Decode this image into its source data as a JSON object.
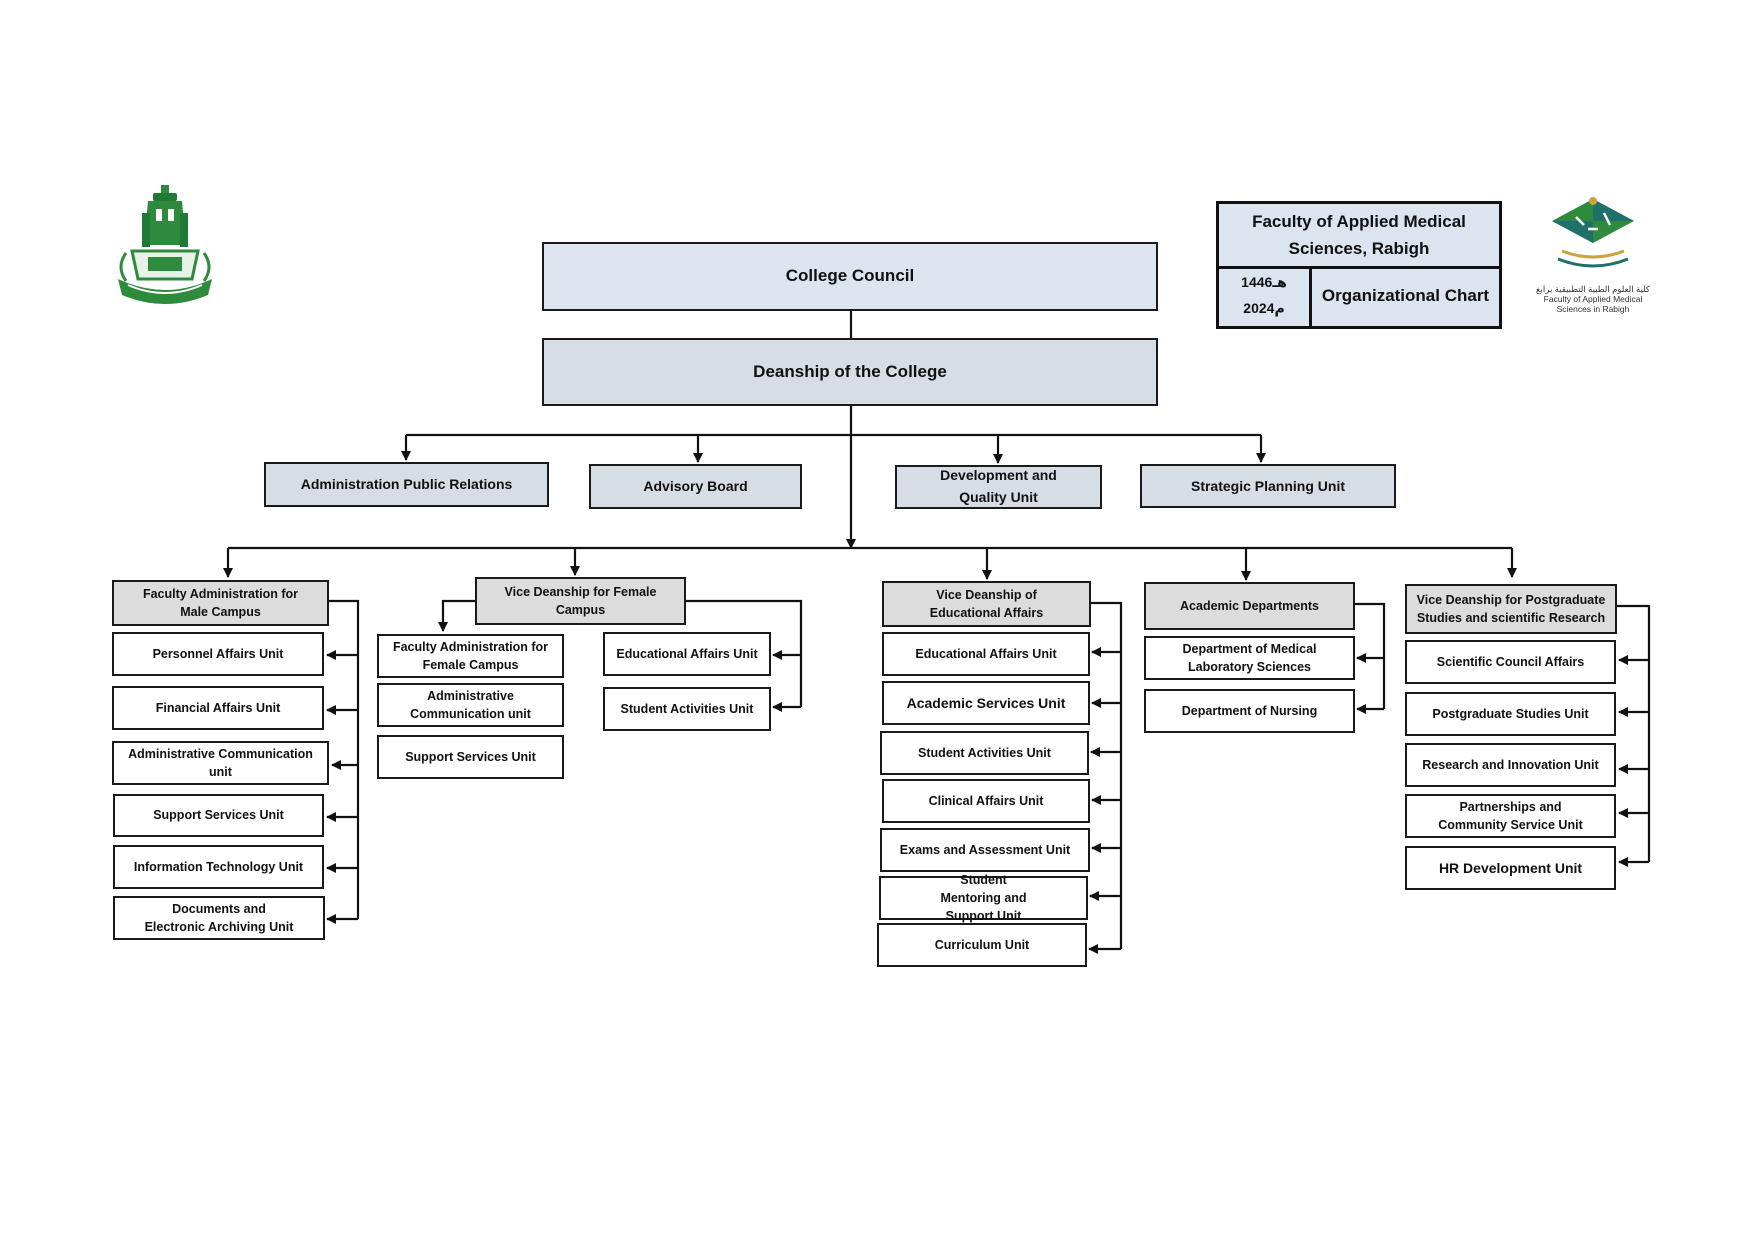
{
  "title_block": {
    "faculty_name": "Faculty of Applied Medical Sciences, Rabigh",
    "hijri_year": "1446هـ",
    "gregorian_year": "2024م",
    "chart_label": "Organizational Chart"
  },
  "right_logo": {
    "caption_arabic": "كلية العلوم الطبية التطبيقية برابغ",
    "caption_english_line1": "Faculty of Applied Medical",
    "caption_english_line2": "Sciences in Rabigh"
  },
  "top_level": {
    "council": "College Council",
    "deanship": "Deanship of the College"
  },
  "staff_units": [
    "Administration  Public Relations",
    "Advisory Board",
    "Development and Quality Unit",
    "Strategic Planning Unit"
  ],
  "branches": {
    "male_campus": {
      "head": "Faculty Administration for Male Campus",
      "units": [
        "Personnel Affairs Unit",
        "Financial Affairs Unit",
        "Administrative Communication unit",
        "Support Services Unit",
        "Information Technology Unit",
        "Documents and Electronic Archiving Unit"
      ]
    },
    "female_campus": {
      "head": "Vice Deanship for Female Campus",
      "left_units": [
        "Faculty Administration for Female Campus",
        "Administrative Communication unit",
        "Support Services Unit"
      ],
      "right_units": [
        "Educational Affairs Unit",
        "Student Activities Unit"
      ]
    },
    "educational_affairs": {
      "head": "Vice Deanship of Educational Affairs",
      "units": [
        "Educational Affairs Unit",
        "Academic Services Unit",
        "Student Activities Unit",
        "Clinical Affairs Unit",
        "Exams and Assessment Unit",
        "Student Mentoring and Support Unit",
        "Curriculum Unit"
      ]
    },
    "academic_departments": {
      "head": "Academic Departments",
      "units": [
        "Department of Medical Laboratory Sciences",
        "Department of Nursing"
      ]
    },
    "postgraduate": {
      "head": "Vice Deanship for Postgraduate Studies and scientific Research",
      "units": [
        "Scientific Council Affairs",
        "Postgraduate Studies Unit",
        "Research and Innovation Unit",
        "Partnerships and Community Service Unit",
        "HR Development Unit"
      ]
    }
  },
  "colors": {
    "top_box_fill": "#dce4ef",
    "staff_box_fill": "#d7dde5",
    "branch_head_fill": "#dcdcdc",
    "logo_green": "#2e8b3e",
    "logo_teal": "#1f6f6a",
    "logo_gold": "#c8a43a"
  }
}
